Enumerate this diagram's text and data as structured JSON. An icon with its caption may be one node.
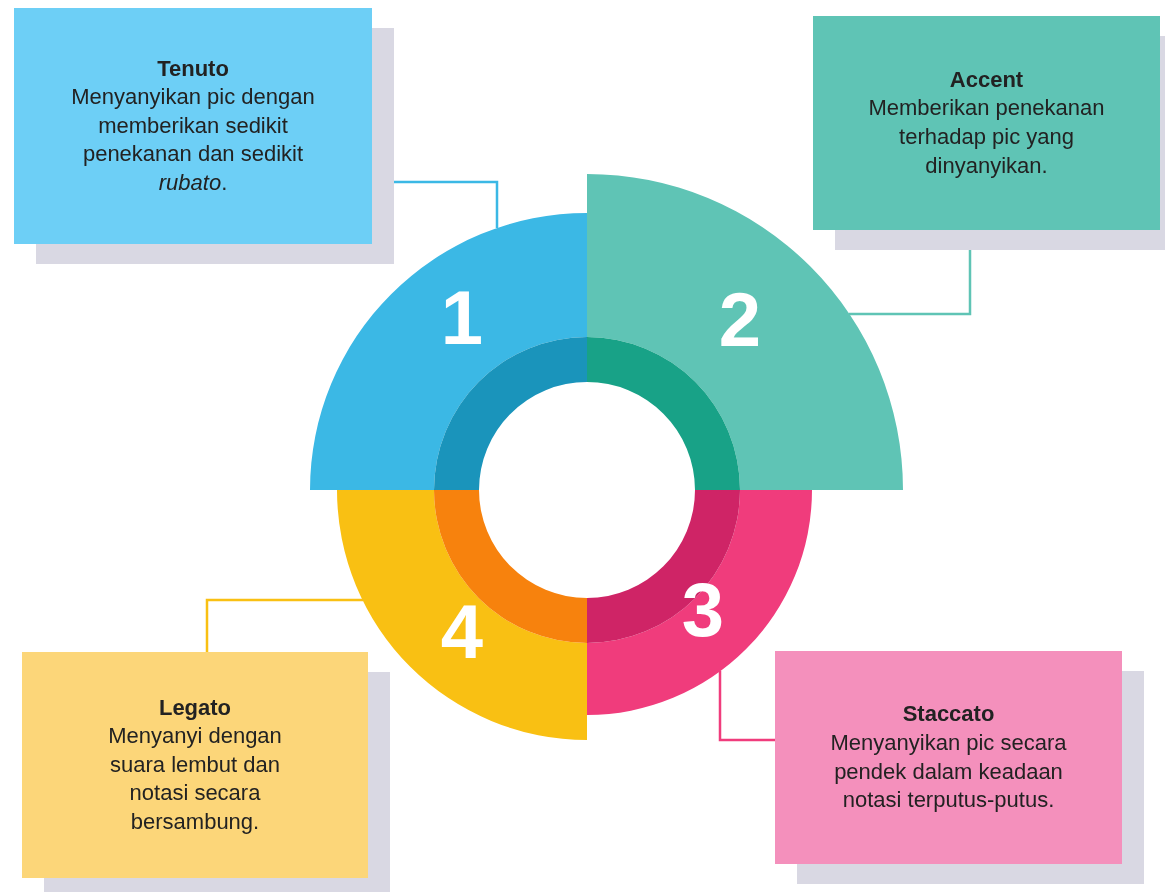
{
  "diagram": {
    "nodes": [
      {
        "text": [
          "Tenuto",
          "Menyanyikan pic dengan memberikan sedikit penekanan dan sedikit *rubato*."
        ]
      },
      {
        "text": [
          "Accent",
          "Memberikan penekanan terhadap pic yang dinyanyikan."
        ]
      },
      {
        "text": [
          "1"
        ]
      },
      {
        "text": [
          "2"
        ]
      },
      {
        "text": [
          "4"
        ]
      },
      {
        "text": [
          "3"
        ]
      },
      {
        "text": [
          "Legato",
          "Menyanyi dengan suara lembut dan notasi secara bersambung."
        ]
      },
      {
        "text": [
          "Staccato",
          "Menyanyikan pic secara pendek dalam keadaan notasi terputus-putus."
        ]
      }
    ],
    "edges": [
      {
        "from": 0,
        "to": 2,
        "arrow": "none",
        "color": "#3bb8e5"
      },
      {
        "from": 1,
        "to": 3,
        "arrow": "none",
        "color": "#5fc4b5"
      },
      {
        "from": 6,
        "to": 4,
        "arrow": "none",
        "color": "#f9c013"
      },
      {
        "from": 7,
        "to": 5,
        "arrow": "none",
        "color": "#f03c7c"
      }
    ]
  }
}
